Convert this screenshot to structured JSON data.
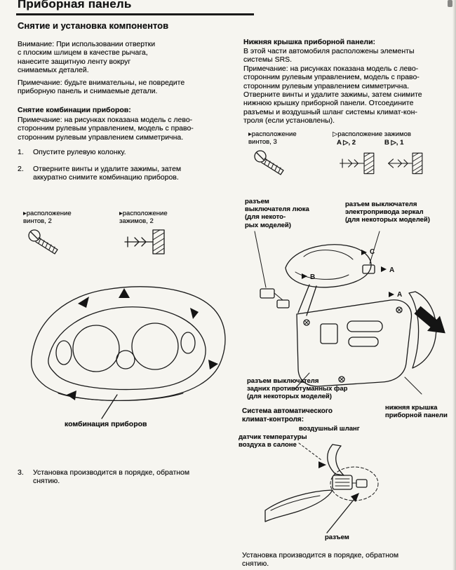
{
  "page": {
    "title": "Приборная панель",
    "subtitle": "Снятие и установка компонентов"
  },
  "left": {
    "warning": "Внимание: При использовании отвертки\nс плоским шлицем в качестве рычага,\nнанесите защитную ленту вокруг\nснимаемых деталей.",
    "care_note": "Примечание: будьте внимательны, не повредите\nприборную панель и снимаемые детали.",
    "section_heading": "Снятие комбинации приборов:",
    "symmetry_note": "Примечание: на рисунках показана модель с лево-\nсторонним рулевым управлением, модель с право-\nсторонним рулевым управлением симметрична.",
    "steps": [
      {
        "num": "1.",
        "text": "Опустите рулевую колонку."
      },
      {
        "num": "2.",
        "text": "Отверните винты и удалите зажимы, затем\nаккуратно снимите комбинацию приборов."
      },
      {
        "num": "3.",
        "text": "Установка производится в порядке, обратном\nснятию."
      }
    ],
    "screw_callout": "▸расположение\nвинтов, 2",
    "clip_callout": "▸расположение\nзажимов, 2",
    "figure_label": "комбинация приборов"
  },
  "right": {
    "section_heading": "Нижняя крышка приборной панели:",
    "srs_note": "В этой части автомобиля расположены элементы\nсистемы SRS.",
    "symmetry_note": "Примечание: на рисунках показана модель с лево-\nсторонним рулевым управлением, модель с право-\nсторонним рулевым управлением симметрична.",
    "instructions": "Отверните винты и удалите зажимы, затем снимите\nнижнюю крышку приборной панели. Отсоедините\nразъемы и воздушный шланг системы климат-кон-\nтроля (если установлены).",
    "screw_callout": "▸расположение\nвинтов, 3",
    "clip_callout_heading": "▷расположение зажимов",
    "clip_a": "A ▷, 2",
    "clip_b": "B ▷, 1",
    "markers": {
      "a": "A",
      "b": "B",
      "c": "C"
    },
    "labels": {
      "sunroof": "разъем\nвыключателя люка\n(для некото-\nрых моделей)",
      "mirror": "разъем выключателя\nэлектропривода зеркал\n(для некоторых моделей)",
      "fog": "разъем выключателя\nзадних противотуманных фар\n(для некоторых моделей)",
      "lower_cover": "нижняя крышка\nприборной панели",
      "air_hose": "воздушный шланг",
      "air_temp_sensor": "датчик температуры\nвоздуха в салоне",
      "connector": "разъем"
    },
    "climate_heading": "Система автоматического\nклимат-контроля:",
    "final_note": "Установка производится в порядке, обратном\nснятию."
  }
}
